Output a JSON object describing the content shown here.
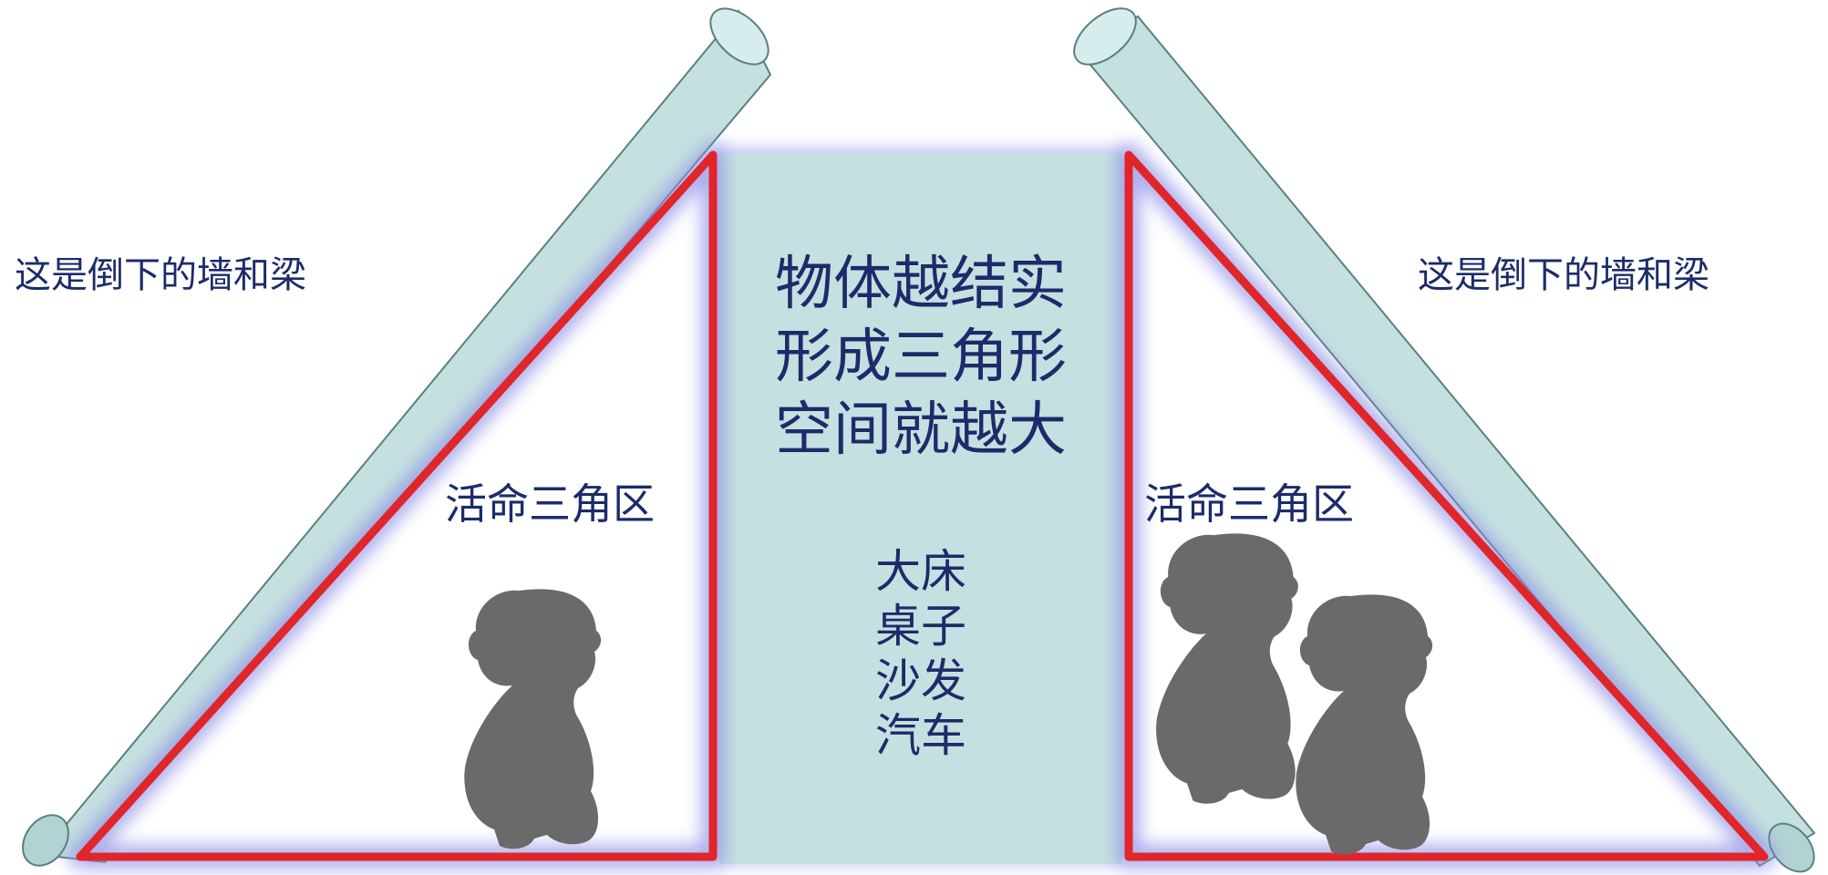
{
  "labels": {
    "left_wall": "这是倒下的墙和梁",
    "right_wall": "这是倒下的墙和梁",
    "left_zone": "活命三角区",
    "right_zone": "活命三角区"
  },
  "center": {
    "lines": [
      "物体越结实",
      "形成三角形",
      "空间就越大"
    ],
    "items": [
      "大床",
      "桌子",
      "沙发",
      "汽车"
    ]
  },
  "colors": {
    "beam_fill": "#c5e0e0",
    "beam_stroke": "#5b7f7f",
    "pillar_fill": "#c5e0e0",
    "triangle_stroke": "#e0262a",
    "glow": "#8a8ee6",
    "text": "#1c2c6a",
    "silhouette": "#6a6a6a"
  },
  "icons": [
    "crouching-person-icon"
  ]
}
